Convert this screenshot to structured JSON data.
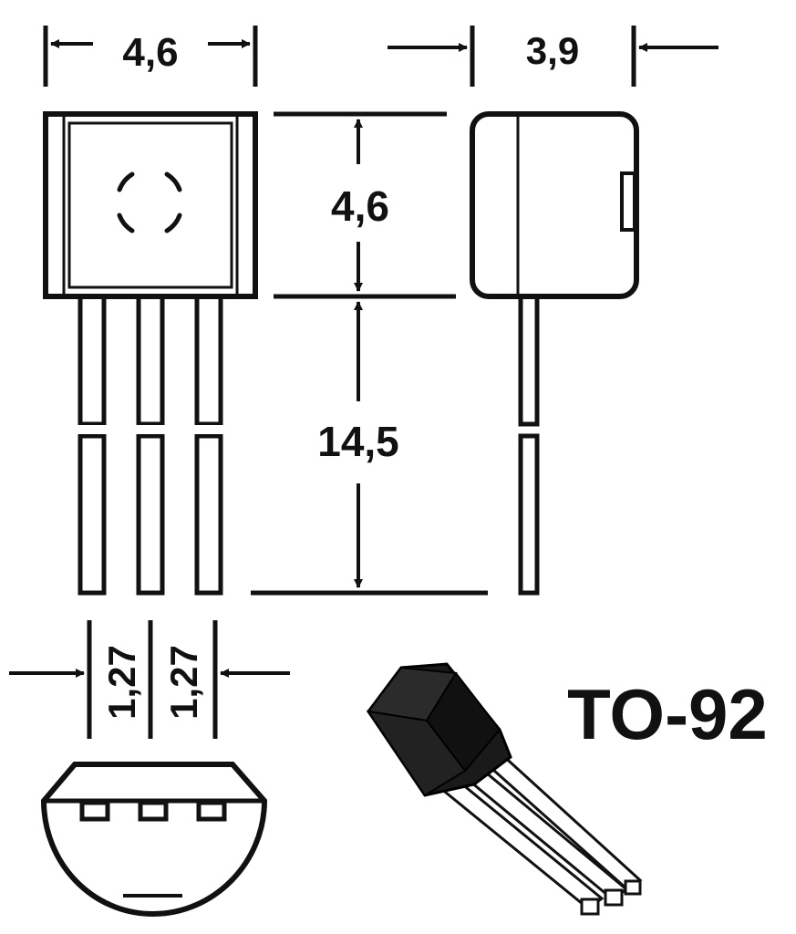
{
  "package_name": "TO-92",
  "dimensions": {
    "body_width": "4,6",
    "body_depth": "3,9",
    "body_height": "4,6",
    "lead_length": "14,5",
    "lead_pitch_1": "1,27",
    "lead_pitch_2": "1,27"
  },
  "colors": {
    "ink": "#111111",
    "background": "#ffffff"
  }
}
